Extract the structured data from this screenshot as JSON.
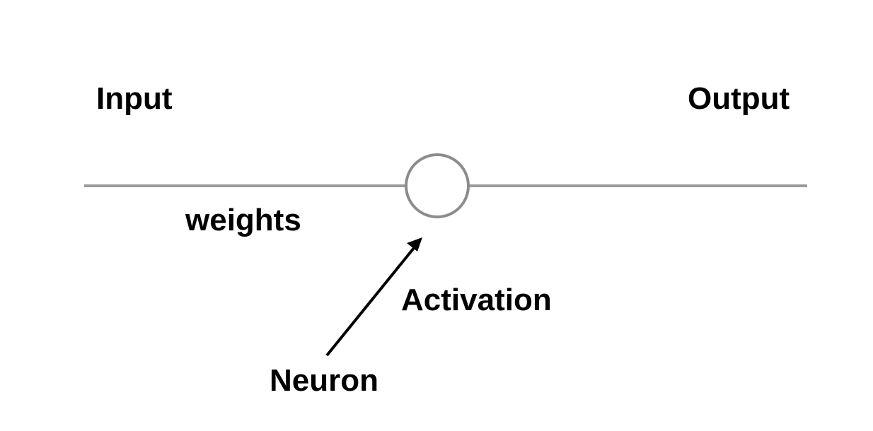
{
  "labels": {
    "input": "Input",
    "output": "Output",
    "weights": "weights",
    "activation": "Activation",
    "neuron": "Neuron"
  },
  "colors": {
    "line": "#9a9a9a",
    "node_stroke": "#8c8c8c",
    "node_fill": "#ffffff",
    "arrow": "#000000",
    "text": "#000000"
  }
}
